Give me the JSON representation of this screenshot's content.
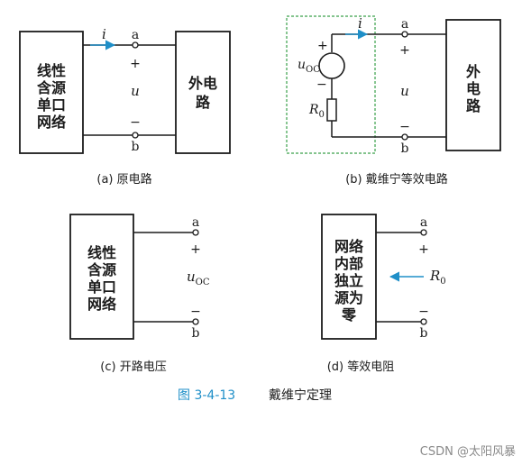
{
  "diagram": {
    "panel_a": {
      "box_left_lines": [
        "线性",
        "含源",
        "单口",
        "网络"
      ],
      "box_right_lines": [
        "外电",
        "路"
      ],
      "current_label": "i",
      "terminal_top": "a",
      "terminal_bottom": "b",
      "plus": "+",
      "minus": "−",
      "voltage_label": "u",
      "caption": "(a) 原电路"
    },
    "panel_b": {
      "source_label": "u",
      "source_sub": "OC",
      "resistor_label": "R",
      "resistor_sub": "0",
      "box_right_lines": [
        "外",
        "电",
        "路"
      ],
      "current_label": "i",
      "terminal_top": "a",
      "terminal_bottom": "b",
      "plus": "+",
      "minus": "−",
      "voltage_label": "u",
      "src_plus": "+",
      "src_minus": "−",
      "caption": "(b) 戴维宁等效电路"
    },
    "panel_c": {
      "box_lines": [
        "线性",
        "含源",
        "单口",
        "网络"
      ],
      "terminal_top": "a",
      "terminal_bottom": "b",
      "plus": "+",
      "minus": "−",
      "voltage_label": "u",
      "voltage_sub": "OC",
      "caption": "(c) 开路电压"
    },
    "panel_d": {
      "box_lines": [
        "网络",
        "内部",
        "独立",
        "源为",
        "零"
      ],
      "terminal_top": "a",
      "terminal_bottom": "b",
      "plus": "+",
      "minus": "−",
      "resistor_label": "R",
      "resistor_sub": "0",
      "caption": "(d) 等效电阻"
    },
    "figure_number": "图 3-4-13",
    "figure_title": "戴维宁定理",
    "watermark": "CSDN @太阳风暴",
    "colors": {
      "line": "#1c1c1c",
      "accent_blue": "#1f8fc8",
      "dashed_box": "#3aa04a"
    }
  }
}
